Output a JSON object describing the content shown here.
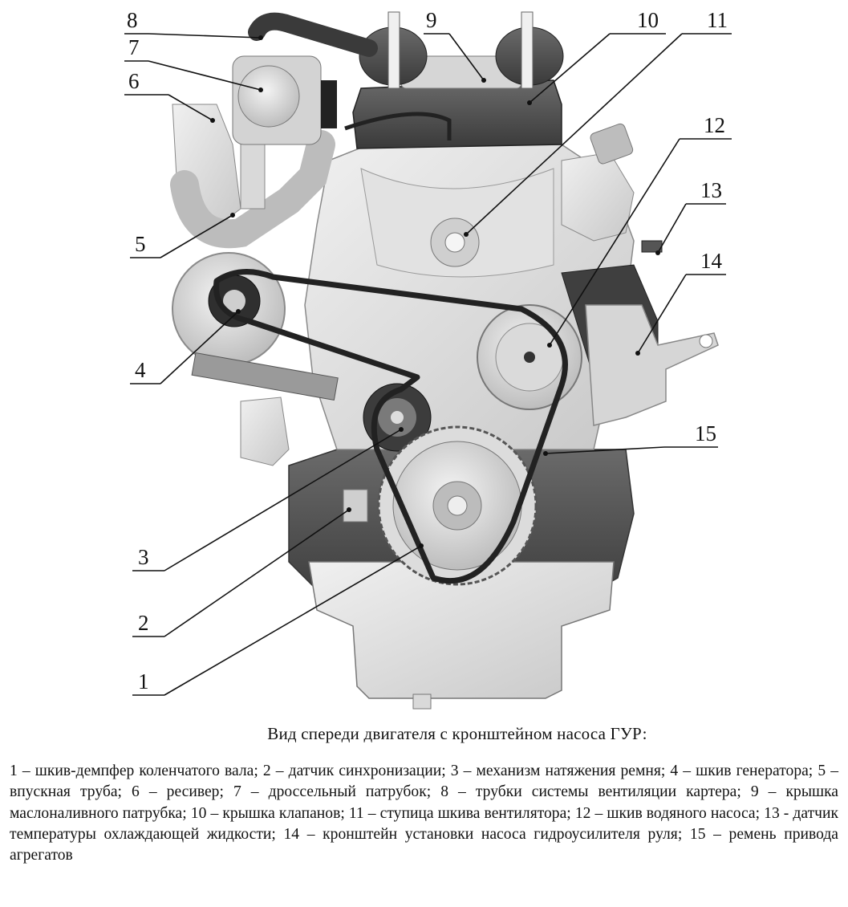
{
  "diagram": {
    "title": "Вид спереди двигателя с кронштейном насоса ГУР:",
    "callouts": [
      {
        "id": "1",
        "label": "1"
      },
      {
        "id": "2",
        "label": "2"
      },
      {
        "id": "3",
        "label": "3"
      },
      {
        "id": "4",
        "label": "4"
      },
      {
        "id": "5",
        "label": "5"
      },
      {
        "id": "6",
        "label": "6"
      },
      {
        "id": "7",
        "label": "7"
      },
      {
        "id": "8",
        "label": "8"
      },
      {
        "id": "9",
        "label": "9"
      },
      {
        "id": "10",
        "label": "10"
      },
      {
        "id": "11",
        "label": "11"
      },
      {
        "id": "12",
        "label": "12"
      },
      {
        "id": "13",
        "label": "13"
      },
      {
        "id": "14",
        "label": "14"
      },
      {
        "id": "15",
        "label": "15"
      }
    ],
    "legend": [
      "1 – шкив-демпфер коленчатого вала;",
      "2 – датчик синхронизации;",
      "3 – механизм натяжения ремня;",
      "4 – шкив генератора;",
      "5 – впускная труба;",
      "6 – ресивер;",
      "7 – дроссельный патрубок;",
      "8 – трубки системы вентиляции картера;",
      "9 – крышка маслоналивного патрубка;",
      "10 – крышка клапанов;",
      "11 – ступица шкива вентилятора;",
      "12 – шкив водяного насоса;",
      "13 - датчик температуры охлаждающей жидкости;",
      "14 – кронштейн установки насоса гидроусилителя руля;",
      "15 – ремень привода агрегатов"
    ],
    "legend_text": "1 – шкив-демпфер коленчатого вала; 2 – датчик синхронизации; 3 – механизм натяжения ремня; 4 – шкив генератора; 5 – впускная труба; 6 – ресивер; 7 – дроссельный патрубок; 8 – трубки системы вентиляции картера; 9 – крышка маслоналивного патрубка; 10 – крышка клапанов; 11 – ступица шкива вентилятора; 12 – шкив водяного насоса; 13 - датчик температуры охлаждающей жидкости; 14 – кронштейн установки насоса гидроусилителя руля; 15 – ремень привода агрегатов",
    "colors": {
      "engine_light": "#e6e6e6",
      "engine_mid": "#c4c4c4",
      "engine_dark": "#4a4a4a",
      "belt": "#222222",
      "leader": "#111111"
    }
  }
}
